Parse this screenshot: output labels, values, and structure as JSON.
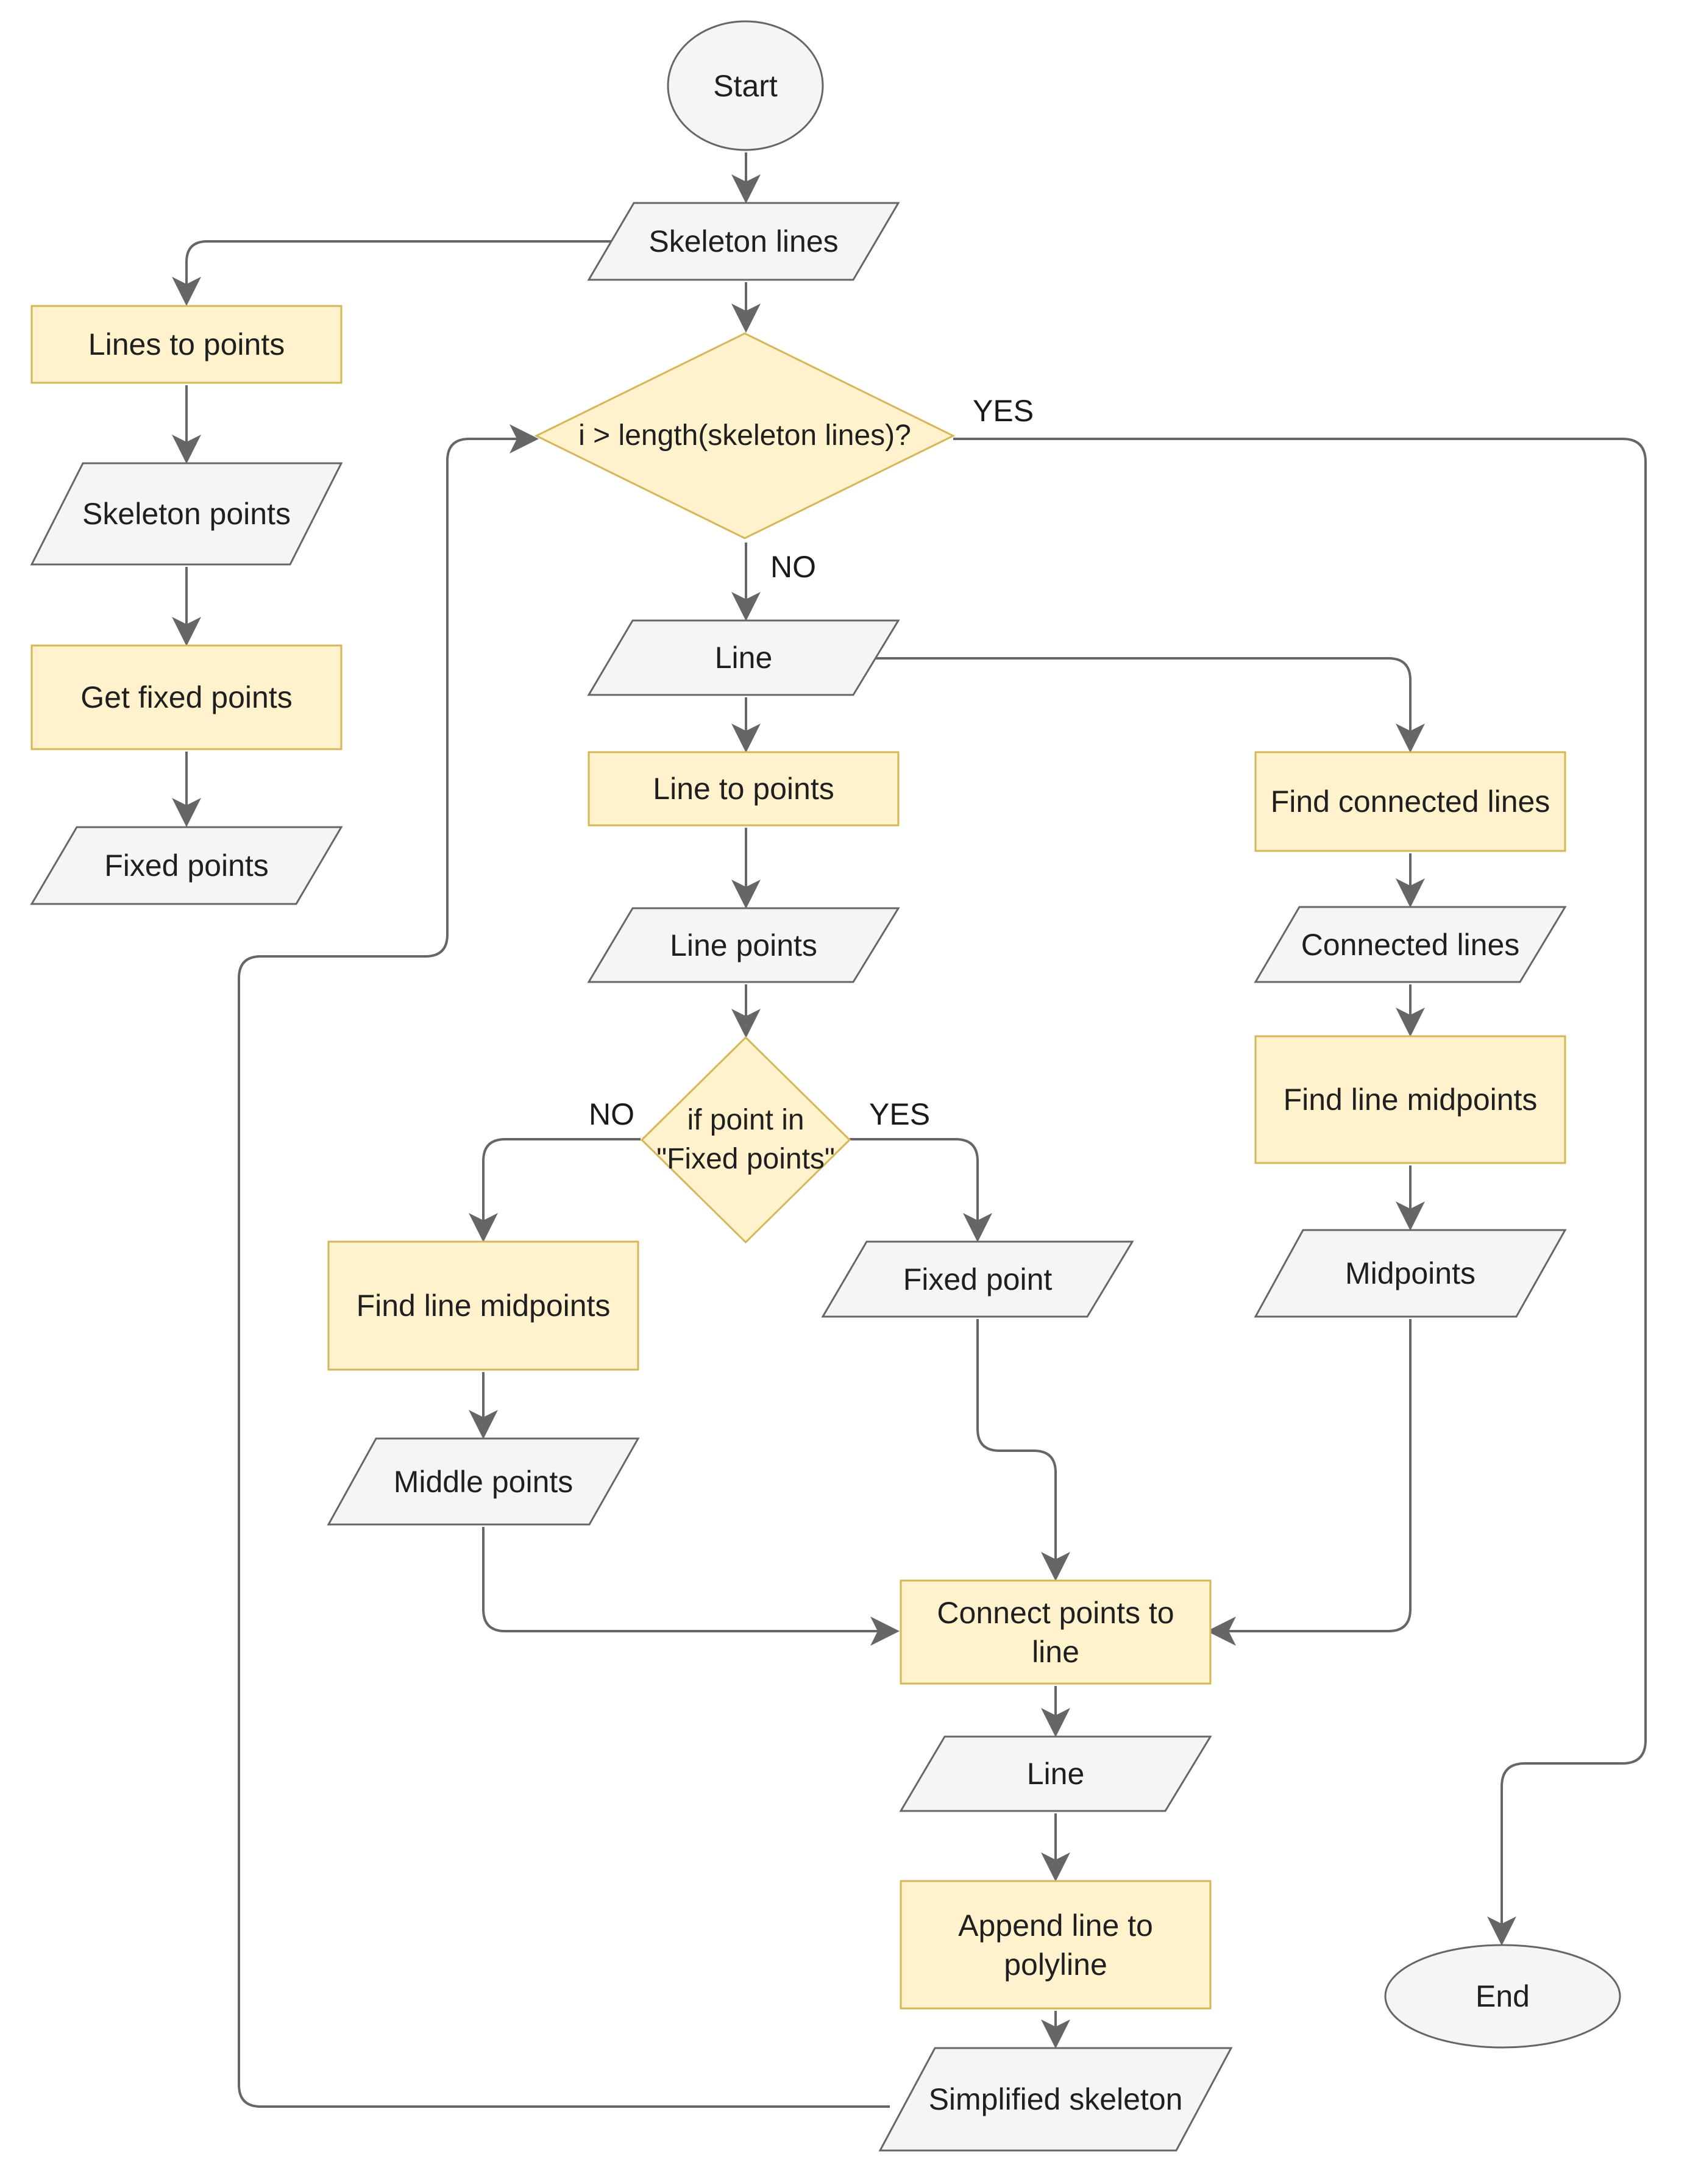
{
  "colors": {
    "process_fill": "#fff2cc",
    "process_stroke": "#d6b656",
    "data_fill": "#f5f5f5",
    "data_stroke": "#666666",
    "terminal_fill": "#f5f5f5",
    "terminal_stroke": "#666666",
    "edge": "#666666",
    "text": "#1f1f1f"
  },
  "nodes": {
    "start": "Start",
    "skeleton_lines": "Skeleton lines",
    "lines_to_points": "Lines to points",
    "skeleton_points": "Skeleton points",
    "get_fixed_points": "Get fixed points",
    "fixed_points": "Fixed points",
    "loop_condition": "i > length(skeleton lines)?",
    "line_input": "Line",
    "line_to_points": "Line to points",
    "line_points": "Line points",
    "point_condition": "if point in\n\"Fixed points\"",
    "find_connected_lines": "Find connected lines",
    "connected_lines": "Connected lines",
    "find_line_midpoints_right": "Find line midpoints",
    "midpoints": "Midpoints",
    "find_line_midpoints_left": "Find line midpoints",
    "fixed_point": "Fixed point",
    "middle_points": "Middle points",
    "connect_points": "Connect points to\nline",
    "line_output": "Line",
    "append_line": "Append line to\npolyline",
    "simplified_skeleton": "Simplified skeleton",
    "end": "End"
  },
  "edge_labels": {
    "loop_yes": "YES",
    "loop_no": "NO",
    "point_no": "NO",
    "point_yes": "YES"
  }
}
